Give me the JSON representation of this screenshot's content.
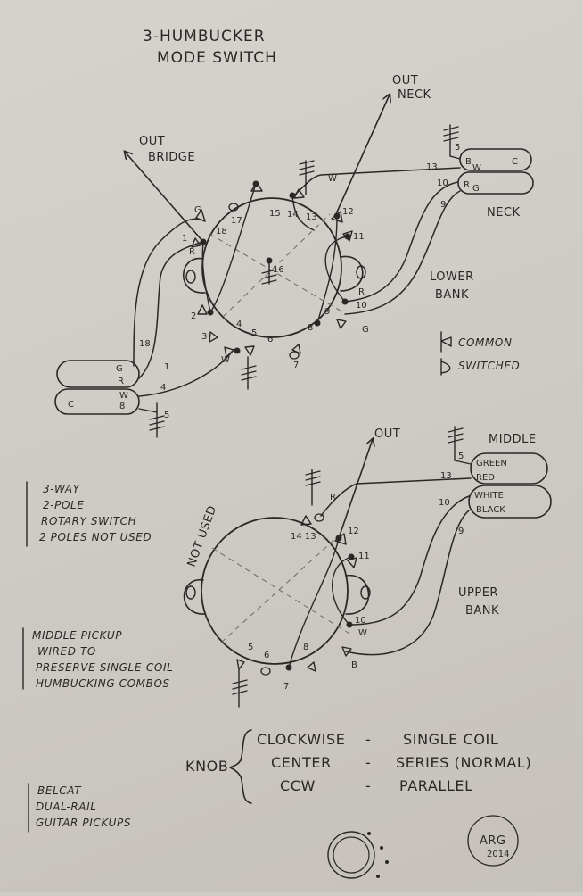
{
  "title": {
    "line1": "3-HUMBUCKER",
    "line2": "MODE SWITCH"
  },
  "lower_bank": {
    "label_line1": "LOWER",
    "label_line2": "BANK",
    "out_bridge_line1": "OUT",
    "out_bridge_line2": "BRIDGE",
    "out_neck_line1": "OUT",
    "out_neck_line2": "NECK",
    "neck_label": "NECK",
    "lug_numbers": [
      "1",
      "2",
      "3",
      "4",
      "5",
      "6",
      "7",
      "8",
      "9",
      "10",
      "11",
      "12",
      "13",
      "14",
      "15",
      "16",
      "17",
      "18"
    ],
    "marks": [
      "G",
      "R",
      "W",
      "G",
      "R",
      "W",
      "5",
      "13",
      "10",
      "9",
      "B",
      "C",
      "W",
      "R",
      "G",
      "C",
      "18",
      "1",
      "4",
      "G",
      "R",
      "W",
      "C",
      "8",
      "5"
    ]
  },
  "upper_bank": {
    "label_line1": "UPPER",
    "label_line2": "BANK",
    "out_label": "OUT",
    "middle_label": "MIDDLE",
    "not_used": "NOT USED",
    "wire_colors": [
      "GREEN",
      "RED",
      "WHITE",
      "BLACK"
    ],
    "lug_numbers": [
      "14",
      "13",
      "12",
      "11",
      "10",
      "8",
      "7",
      "6",
      "5"
    ],
    "marks": [
      "R",
      "5",
      "13",
      "10",
      "9",
      "W",
      "B"
    ]
  },
  "legend": {
    "common": "COMMON",
    "switched": "SWITCHED"
  },
  "notes": {
    "switch_note": [
      "3-WAY",
      "2-POLE",
      "ROTARY SWITCH",
      "2 POLES NOT USED"
    ],
    "middle_note": [
      "MIDDLE PICKUP",
      "WIRED TO",
      "PRESERVE SINGLE-COIL",
      "HUMBUCKING COMBOS"
    ],
    "brand_note": [
      "BELCAT",
      "DUAL-RAIL",
      "GUITAR PICKUPS"
    ]
  },
  "knob": {
    "label": "KNOB",
    "rows": [
      {
        "position": "CLOCKWISE",
        "dash": "-",
        "mode": "SINGLE COIL"
      },
      {
        "position": "CENTER",
        "dash": "-",
        "mode": "SERIES (NORMAL)"
      },
      {
        "position": "CCW",
        "dash": "-",
        "mode": "PARALLEL"
      }
    ]
  },
  "signature": {
    "initials": "ARG",
    "year": "2014"
  },
  "colors": {
    "paper": "#cfcbc6",
    "ink": "#2b2724"
  }
}
